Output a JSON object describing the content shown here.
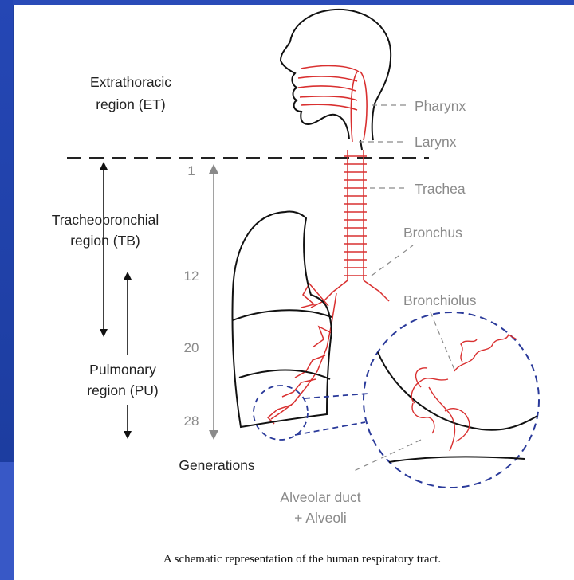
{
  "regions": {
    "et_line1": "Extrathoracic",
    "et_line2": "region (ET)",
    "tb_line1": "Tracheobronchial",
    "tb_line2": "region (TB)",
    "pu_line1": "Pulmonary",
    "pu_line2": "region (PU)"
  },
  "generations": {
    "numbers": [
      "1",
      "12",
      "20",
      "28"
    ],
    "label": "Generations"
  },
  "structures": {
    "pharynx": "Pharynx",
    "larynx": "Larynx",
    "trachea": "Trachea",
    "bronchus": "Bronchus",
    "bronchiolus": "Bronchiolus",
    "alveolar_line1": "Alveolar duct",
    "alveolar_line2": "+ Alveoli"
  },
  "caption": "A schematic representation of the human respiratory tract.",
  "colors": {
    "airway": "#d93030",
    "zoom_circle": "#2a3a9a",
    "frame": "#1f3f9f"
  }
}
